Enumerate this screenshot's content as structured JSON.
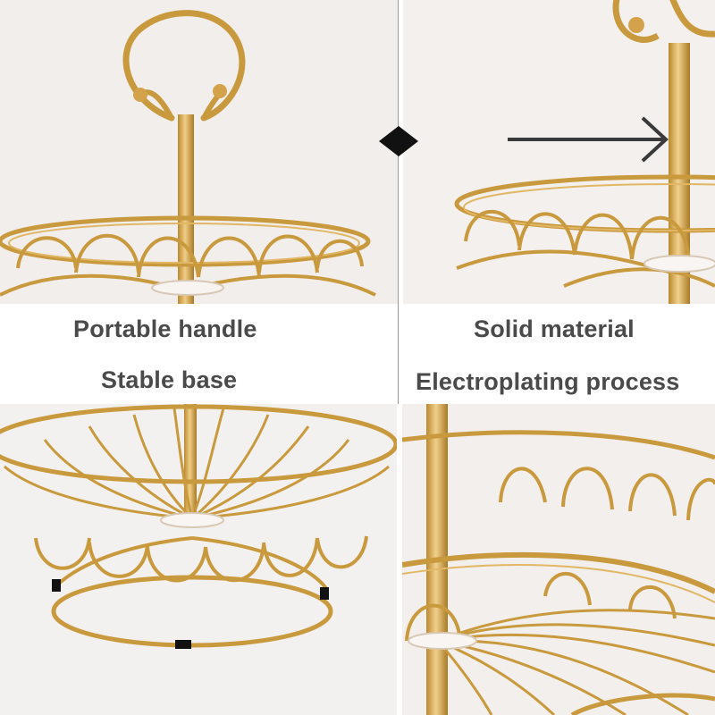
{
  "captions": {
    "portable_handle": "Portable handle",
    "solid_material": "Solid material",
    "stable_base": "Stable base",
    "electroplating_process": "Electroplating process"
  },
  "colors": {
    "gold_wire": "#c9993d",
    "gold_highlight": "#e8c37a",
    "caption_text": "#4a4a4a",
    "panel_background": "#f1eeec",
    "arrow": "#3a3a3a"
  }
}
